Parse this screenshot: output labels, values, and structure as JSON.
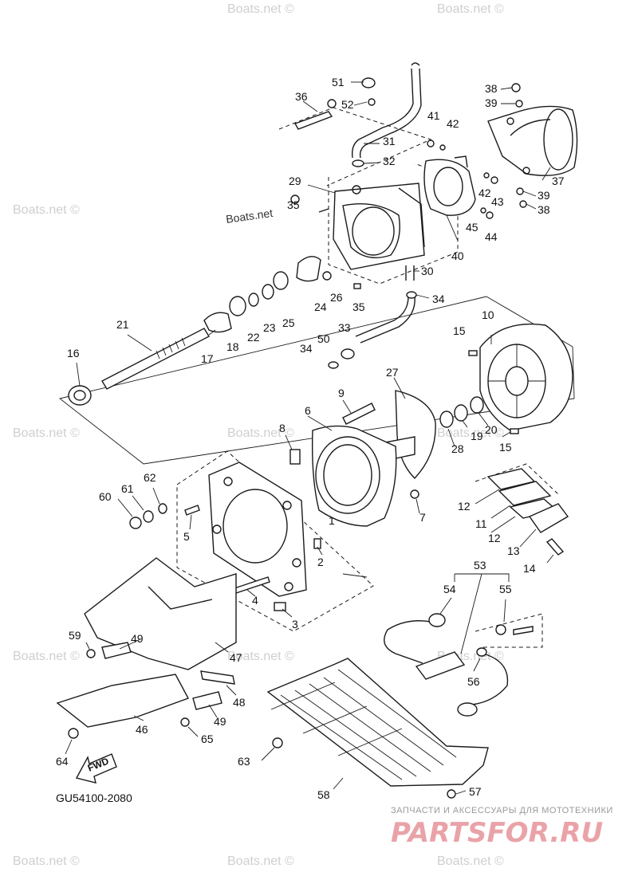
{
  "diagram": {
    "drawing_code": "GU54100-2080",
    "fwd_label": "FWD",
    "watermarks": {
      "text": "Boats.net ©",
      "inline": "Boats.net"
    },
    "brand": {
      "caption": "ЗАПЧАСТИ И АКСЕССУАРЫ ДЛЯ МОТОТЕХНИКИ",
      "logo": "PARTSFOR.RU"
    },
    "callouts": [
      "1",
      "2",
      "3",
      "4",
      "5",
      "6",
      "7",
      "8",
      "9",
      "10",
      "11",
      "12",
      "12",
      "13",
      "14",
      "15",
      "15",
      "16",
      "17",
      "18",
      "19",
      "20",
      "21",
      "22",
      "23",
      "24",
      "25",
      "26",
      "27",
      "28",
      "29",
      "30",
      "31",
      "32",
      "33",
      "34",
      "34",
      "35",
      "35",
      "36",
      "37",
      "38",
      "38",
      "39",
      "39",
      "40",
      "41",
      "42",
      "42",
      "43",
      "44",
      "45",
      "46",
      "47",
      "48",
      "49",
      "49",
      "50",
      "51",
      "52",
      "53",
      "54",
      "55",
      "56",
      "57",
      "58",
      "59",
      "60",
      "61",
      "62",
      "63",
      "64",
      "65"
    ]
  },
  "colors": {
    "ink": "#1a1a1a",
    "watermark": "#cfcfcf",
    "brand": "#e9a3a8",
    "caption": "#9a9a9a"
  }
}
